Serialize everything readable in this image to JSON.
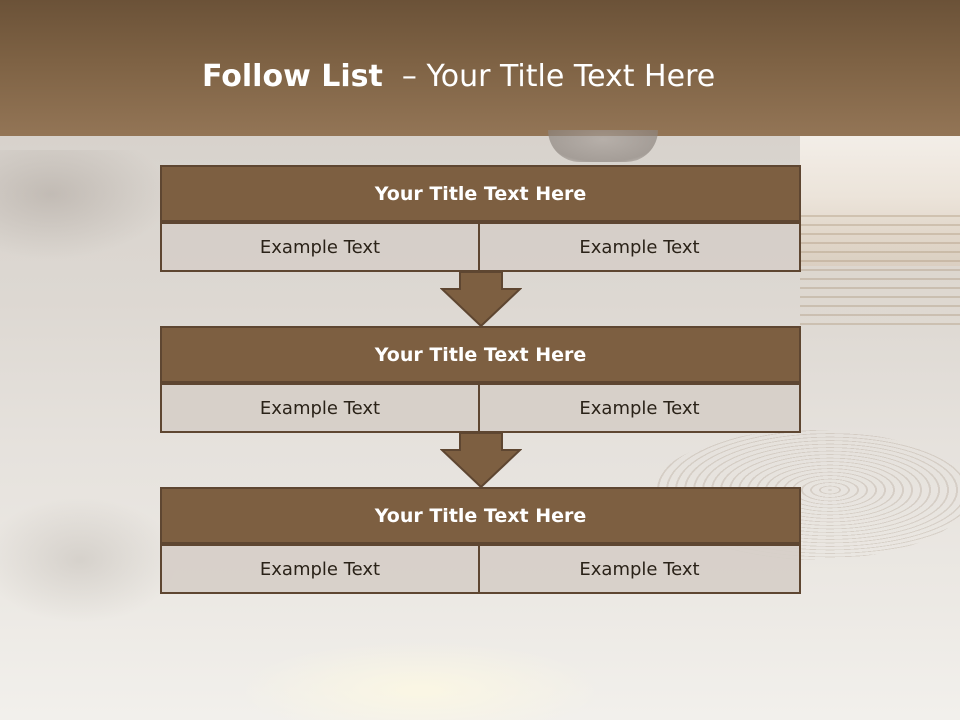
{
  "slide": {
    "title_bold": "Follow List",
    "title_rest": "– Your Title Text Here"
  },
  "steps": [
    {
      "title": "Your Title Text Here",
      "cells": [
        "Example Text",
        "Example Text"
      ]
    },
    {
      "title": "Your Title Text Here",
      "cells": [
        "Example Text",
        "Example Text"
      ]
    },
    {
      "title": "Your Title Text Here",
      "cells": [
        "Example Text",
        "Example Text"
      ]
    }
  ],
  "colors": {
    "header": "#7e6244",
    "box_title": "#7d5f41",
    "box_border": "#5e4631",
    "cell_fill": "#d6cec8"
  },
  "icons": [
    "arrow-down-icon",
    "arrow-down-icon"
  ]
}
